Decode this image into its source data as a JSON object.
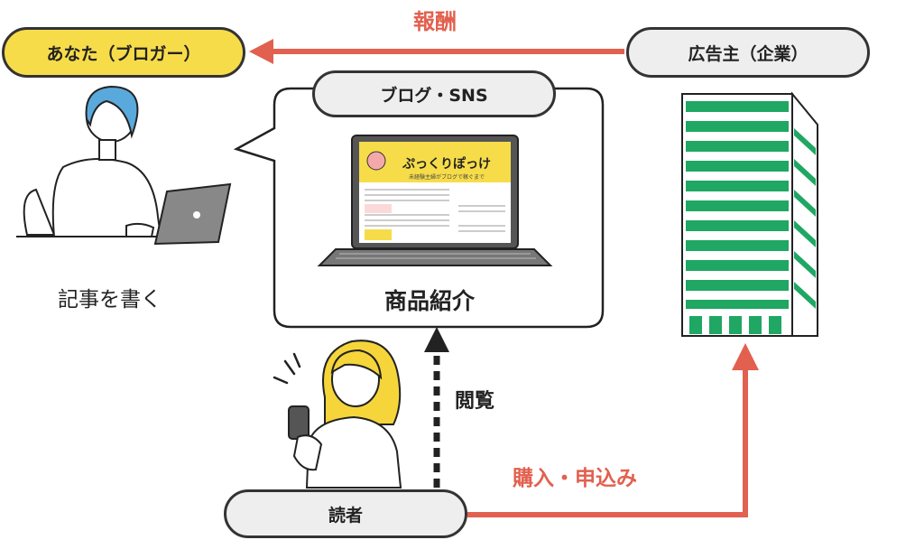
{
  "nodes": {
    "you": "あなた（ブロガー）",
    "advertiser": "広告主（企業）",
    "blog": "ブログ・SNS",
    "reader": "読者"
  },
  "labels": {
    "reward": "報酬",
    "write": "記事を書く",
    "product": "商品紹介",
    "view": "閲覧",
    "purchase": "購入・申込み"
  },
  "screen": {
    "site_title": "ぷっくりぽっけ",
    "site_tagline": "未経験主婦がブログで稼ぐまで"
  },
  "colors": {
    "accent_red": "#e2604f",
    "pill_yellow": "#f7dc4a",
    "pill_gray": "#eeeeee",
    "building_green": "#1fa763",
    "person_blue": "#5aa9dc",
    "person_yellow": "#f5d53a"
  }
}
